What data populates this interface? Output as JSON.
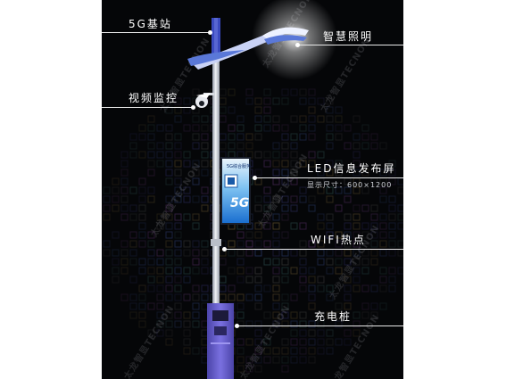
{
  "labels": {
    "base_station": "5G基站",
    "smart_lighting": "智慧照明",
    "video_monitoring": "视频监控",
    "led_screen": "LED信息发布屏",
    "display_size": "显示尺寸：600×1200",
    "wifi_hotspot": "WIFI热点",
    "charging_pile": "充电桩"
  },
  "screen": {
    "top_text": "5G综合服务",
    "big_text": "5G"
  },
  "watermark": "太龙智显TECNON",
  "colors": {
    "background": "#050608",
    "pole": "#d9dde4",
    "pole_accent": "#3040b8",
    "screen_blue": "#1c8ee6",
    "base_purple": "#6a5fd0",
    "lamp_blue": "#5a78d8"
  }
}
